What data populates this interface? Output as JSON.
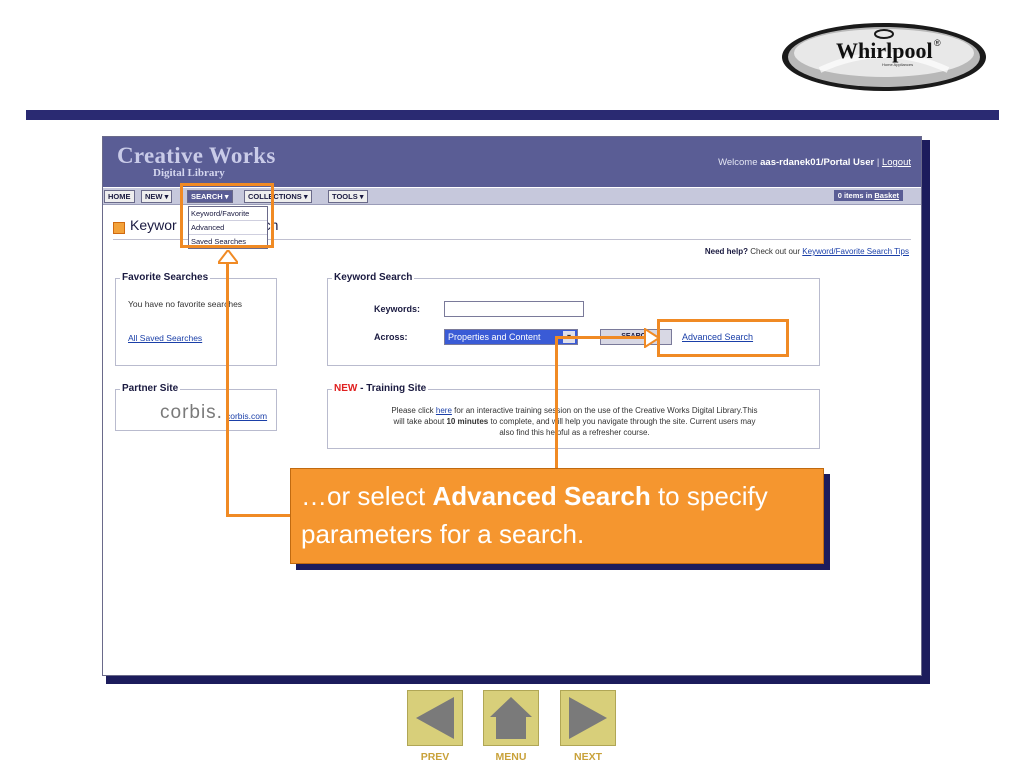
{
  "logo": {
    "text": "Whirlpool",
    "registered": "®",
    "sub": "Home Appliances"
  },
  "app": {
    "brand_title": "Creative Works",
    "brand_subtitle": "Digital Library",
    "welcome_prefix": "Welcome",
    "user": "aas-rdanek01/Portal User",
    "separator": "|",
    "logout": "Logout",
    "nav": {
      "home": "HOME",
      "new": "NEW ▾",
      "search": "SEARCH ▾",
      "collections": "COLLECTIONS ▾",
      "tools": "TOOLS ▾"
    },
    "basket_prefix": "0 items in",
    "basket_link": "Basket",
    "dropdown": [
      "Keyword/Favorite",
      "Advanced",
      "Saved Searches"
    ],
    "page_title_start": "Keywor",
    "page_title_end": "rch",
    "help_bold": "Need help?",
    "help_text": "Check out our",
    "help_link": "Keyword/Favorite Search Tips",
    "favorite": {
      "legend": "Favorite Searches",
      "empty": "You have no favorite searches",
      "link": "All Saved Searches"
    },
    "keyword": {
      "legend": "Keyword Search",
      "keywords_label": "Keywords:",
      "keywords_value": "",
      "across_label": "Across:",
      "across_value": "Properties and Content",
      "search_button": "SEARCH",
      "advanced_link": "Advanced Search"
    },
    "partner": {
      "legend": "Partner Site",
      "logo": "corbis.",
      "link": "corbis.com"
    },
    "training": {
      "new": "NEW",
      "legend_rest": " - Training Site",
      "line1_a": "Please click",
      "line1_link": "here",
      "line1_b": "for an interactive training session on the use of the Creative Works Digital Library.This",
      "line2_a": "will take about",
      "line2_bold": "10 minutes",
      "line2_b": "to complete, and will help you navigate through the site. Current users may",
      "line3": "also find this helpful as a refresher course."
    }
  },
  "callout": {
    "prefix": "…or select",
    "bold": "Advanced Search",
    "suffix": "to specify parameters for a search."
  },
  "bottom_nav": {
    "prev": "PREV",
    "menu": "MENU",
    "next": "NEXT"
  },
  "colors": {
    "accent": "#f08a24",
    "header": "#5a5d95",
    "rule": "#2a2a72",
    "nav_button": "#d8cf7a"
  }
}
